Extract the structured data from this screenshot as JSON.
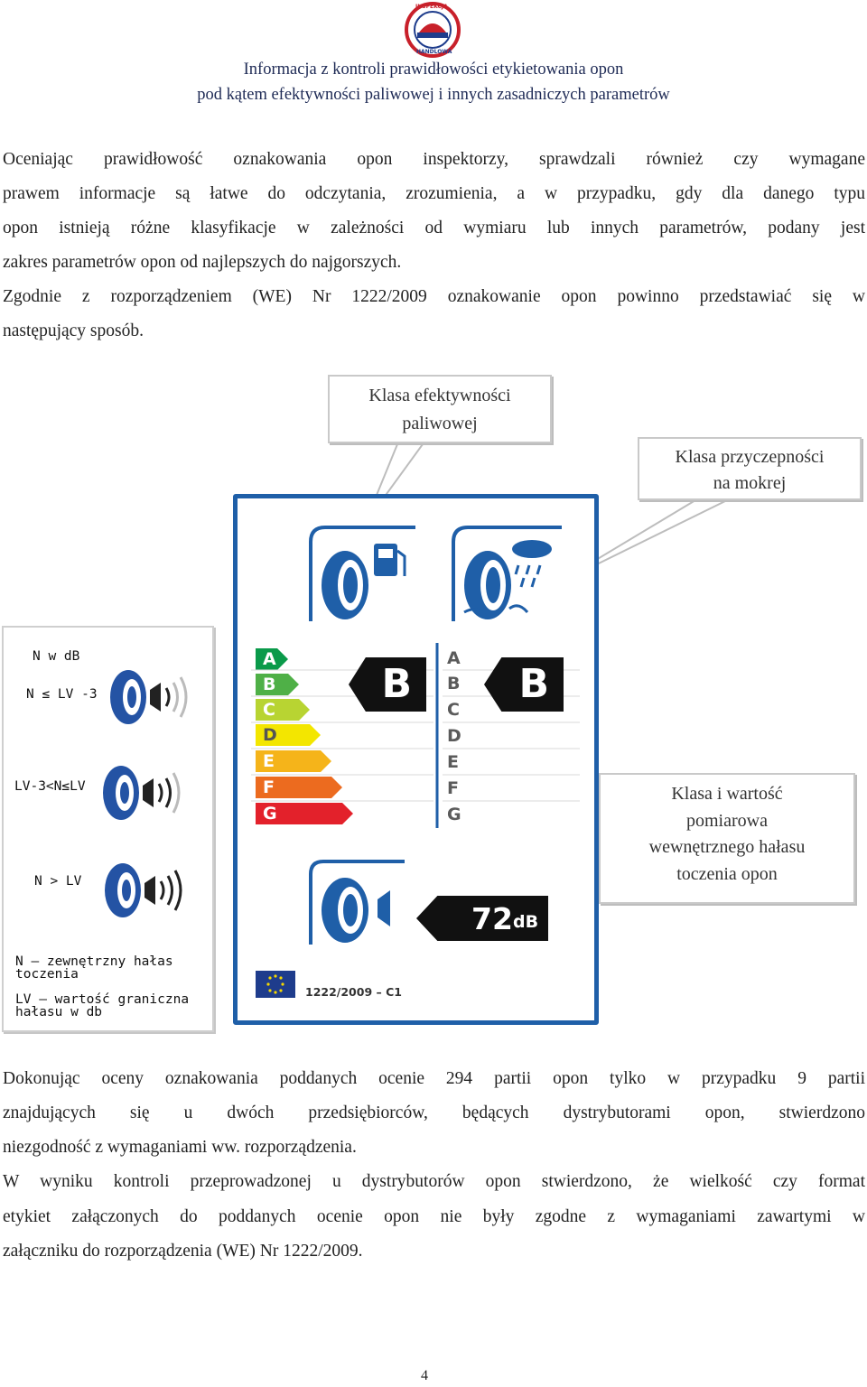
{
  "header": {
    "logo_text_top": "INSPEKCJA",
    "logo_text_bottom": "HANDLOWA",
    "title_line1": "Informacja z kontroli prawidłowości etykietowania opon",
    "title_line2": "pod kątem efektywności paliwowej i innych zasadniczych parametrów"
  },
  "paragraphs": {
    "p1_lines": [
      "Oceniając prawidłowość oznakowania opon inspektorzy, sprawdzali również czy wymagane",
      "prawem informacje są łatwe do odczytania, zrozumienia, a w przypadku, gdy dla danego typu",
      "opon istnieją różne klasyfikacje w zależności od wymiaru lub innych parametrów, podany jest",
      "zakres parametrów opon od najlepszych do najgorszych."
    ],
    "p2_lines": [
      "Zgodnie z rozporządzeniem (WE) Nr 1222/2009 oznakowanie opon powinno przedstawiać się w",
      "następujący sposób."
    ],
    "p3_lines": [
      "Dokonując oceny oznakowania poddanych ocenie 294 partii opon tylko w przypadku 9 partii",
      "znajdujących się u dwóch przedsiębiorców, będących dystrybutorami opon, stwierdzono",
      "niezgodność z wymaganiami ww. rozporządzenia."
    ],
    "p4_lines": [
      "W wyniku kontroli przeprowadzonej u dystrybutorów opon stwierdzono, że wielkość czy format",
      "etykiet załączonych do poddanych ocenie opon nie były zgodne z wymaganiami zawartymi w",
      "załączniku do rozporządzenia (WE) Nr 1222/2009."
    ]
  },
  "callouts": {
    "fuel": [
      "Klasa efektywności",
      "paliwowej"
    ],
    "wet": [
      "Klasa przyczepności",
      "na mokrej"
    ],
    "noise": [
      "Klasa i wartość",
      "pomiarowa",
      "wewnętrznego hałasu",
      "toczenia opon"
    ]
  },
  "legend": {
    "title": "N w dB",
    "row1": "N ≤ LV -3",
    "row2": "LV-3<N≤LV",
    "row3": "N > LV",
    "note1_line1": "N – zewnętrzny hałas",
    "note1_line2": "toczenia",
    "note2_line1": "LV – wartość graniczna",
    "note2_line2": "hałasu w db"
  },
  "label": {
    "fuel_scale": [
      "A",
      "B",
      "C",
      "D",
      "E",
      "F",
      "G"
    ],
    "fuel_colors": [
      "#0a9a4a",
      "#4fb047",
      "#b8d432",
      "#f3e600",
      "#f5b41a",
      "#ec6b1f",
      "#e3212b"
    ],
    "fuel_grade": "B",
    "wet_scale": [
      "A",
      "B",
      "C",
      "D",
      "E",
      "F",
      "G"
    ],
    "wet_grade": "B",
    "noise_value": "72",
    "noise_unit": "dB",
    "regulation": "1222/2009 – C1"
  },
  "page_number": "4"
}
